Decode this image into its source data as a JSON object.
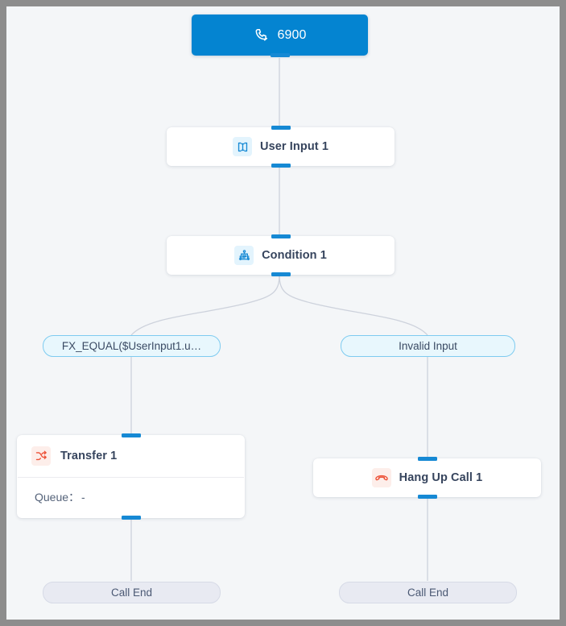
{
  "canvas": {
    "background_color": "#f4f6f8",
    "frame_color": "#8d8d8d",
    "edge_color": "#cdd2dc",
    "handle_color": "#1689d4"
  },
  "nodes": {
    "start": {
      "label": "6900",
      "icon": "phone-icon",
      "accent_color": "#0484d1"
    },
    "user_input": {
      "label": "User Input 1",
      "icon": "user-input-icon",
      "icon_color": "#1689d4",
      "icon_bg": "#e3f4fd"
    },
    "condition": {
      "label": "Condition 1",
      "icon": "condition-icon",
      "icon_color": "#1689d4",
      "icon_bg": "#e3f4fd"
    },
    "transfer": {
      "label": "Transfer 1",
      "icon": "shuffle-icon",
      "icon_color": "#ed5137",
      "icon_bg": "#fdeeea",
      "field_label": "Queue：",
      "field_value": "-"
    },
    "hangup": {
      "label": "Hang Up Call 1",
      "icon": "hang-up-icon",
      "icon_color": "#ed5137",
      "icon_bg": "#fdeeea"
    }
  },
  "branches": [
    {
      "label": "FX_EQUAL($UserInput1.u…"
    },
    {
      "label": "Invalid Input"
    }
  ],
  "terminals": [
    {
      "label": "Call End"
    },
    {
      "label": "Call End"
    }
  ]
}
